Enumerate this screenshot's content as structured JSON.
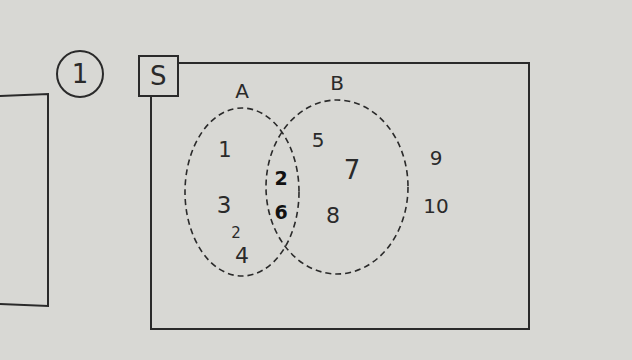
{
  "diagram": {
    "nodes": [
      {
        "text": [
          "S"
        ]
      },
      {
        "text": [
          "A"
        ],
        "in": 0
      },
      {
        "text": [
          "B"
        ],
        "in": 0
      }
    ],
    "labels": [
      "1",
      "1",
      "3",
      "2",
      "4",
      "2",
      "6",
      "5",
      "7",
      "8",
      "9",
      "10"
    ]
  }
}
